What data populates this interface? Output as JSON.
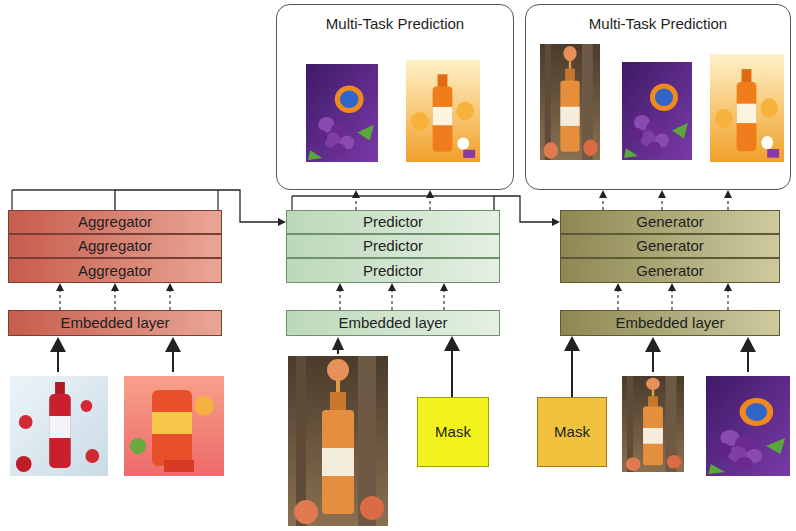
{
  "diagram": {
    "nodes": [
      {
        "text": [
          "Multi-Task Prediction"
        ]
      },
      {
        "text": [
          "Multi-Task Prediction"
        ]
      },
      {
        "text": [
          "Aggregator"
        ]
      },
      {
        "text": [
          "Aggregator"
        ]
      },
      {
        "text": [
          "Aggregator"
        ]
      },
      {
        "text": [
          "Embedded layer"
        ]
      },
      {
        "text": [
          "Predictor"
        ]
      },
      {
        "text": [
          "Predictor"
        ]
      },
      {
        "text": [
          "Predictor"
        ]
      },
      {
        "text": [
          "Embedded layer"
        ]
      },
      {
        "text": [
          "Mask"
        ]
      },
      {
        "text": [
          "Generator"
        ]
      },
      {
        "text": [
          "Generator"
        ]
      },
      {
        "text": [
          "Generator"
        ]
      },
      {
        "text": [
          "Embedded layer"
        ]
      },
      {
        "text": [
          "Mask"
        ]
      }
    ],
    "edges": [
      {
        "from": 5,
        "to": 4,
        "arrow": "to"
      },
      {
        "from": 5,
        "to": 4,
        "arrow": "to"
      },
      {
        "from": 5,
        "to": 4,
        "arrow": "to"
      },
      {
        "from": 2,
        "to": 6,
        "arrow": "to"
      },
      {
        "from": 10,
        "to": 9,
        "arrow": "to"
      },
      {
        "from": 9,
        "to": 8,
        "arrow": "to"
      },
      {
        "from": 9,
        "to": 8,
        "arrow": "to"
      },
      {
        "from": 9,
        "to": 8,
        "arrow": "to"
      },
      {
        "from": 6,
        "to": 0,
        "arrow": "to"
      },
      {
        "from": 6,
        "to": 0,
        "arrow": "to"
      },
      {
        "from": 6,
        "to": 11,
        "arrow": "to"
      },
      {
        "from": 15,
        "to": 14,
        "arrow": "to"
      },
      {
        "from": 14,
        "to": 13,
        "arrow": "to"
      },
      {
        "from": 14,
        "to": 13,
        "arrow": "to"
      },
      {
        "from": 14,
        "to": 13,
        "arrow": "to"
      },
      {
        "from": 11,
        "to": 1,
        "arrow": "to"
      },
      {
        "from": 11,
        "to": 1,
        "arrow": "to"
      },
      {
        "from": 11,
        "to": 1,
        "arrow": "to"
      }
    ]
  }
}
